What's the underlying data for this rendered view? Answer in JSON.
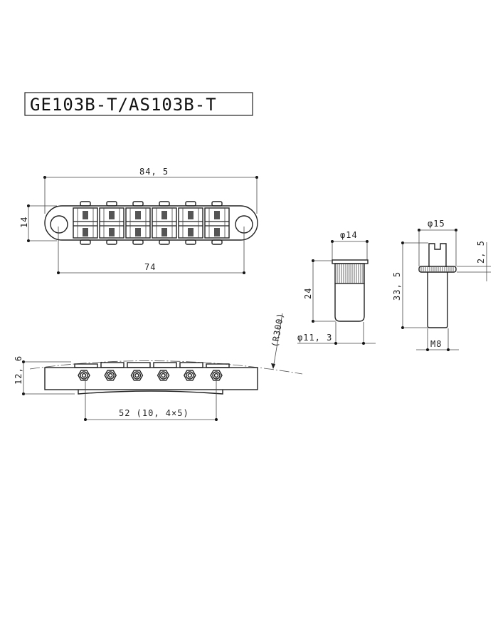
{
  "title": "GE103B-T/AS103B-T",
  "top_view": {
    "overall_length": "84, 5",
    "height": "14",
    "post_spacing": "74",
    "saddle_count": 6
  },
  "side_view": {
    "height": "12, 6",
    "string_spacing": "52 (10, 4×5)",
    "radius": "(R300)"
  },
  "ferrule": {
    "flange_diameter": "φ14",
    "length": "24",
    "body_diameter": "φ11, 3"
  },
  "post": {
    "wheel_diameter": "φ15",
    "length": "33, 5",
    "wheel_thickness": "2, 5",
    "thread": "M8"
  }
}
